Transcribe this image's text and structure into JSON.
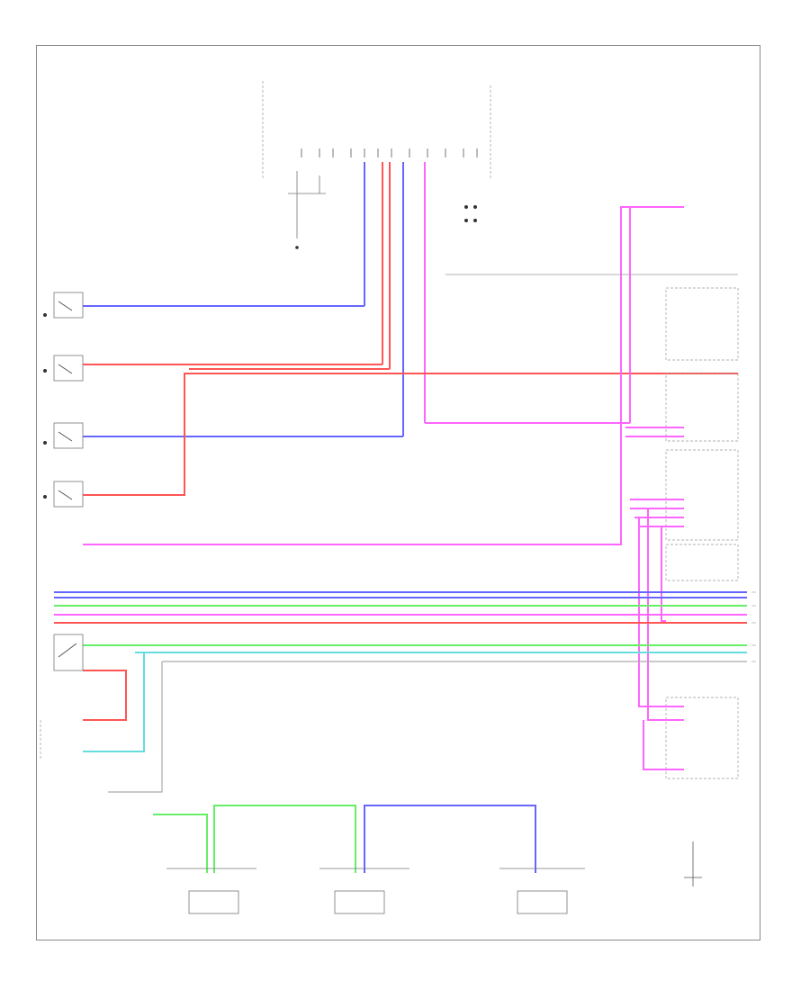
{
  "diagram": {
    "wire_colors": {
      "blue": "#6666ff",
      "red": "#ff5555",
      "magenta": "#ff66ff",
      "green": "#66ee66",
      "cyan": "#66dddd",
      "gray": "#aaaaaa",
      "black": "#333333"
    },
    "components": [
      {
        "id": "rf-door-switch",
        "icon": "door-switch-icon"
      },
      {
        "id": "rr-door-switch",
        "icon": "door-switch-icon"
      },
      {
        "id": "lr-door-switch",
        "icon": "door-switch-icon"
      },
      {
        "id": "lf-door-switch",
        "icon": "door-switch-icon"
      },
      {
        "id": "fuel-sender",
        "icon": "fuel-sender-icon"
      },
      {
        "id": "lf-tire-sensor",
        "icon": "tire-sensor-icon"
      },
      {
        "id": "rf-tire-sensor",
        "icon": "tire-sensor-icon"
      },
      {
        "id": "rr-tire-sensor",
        "icon": "tire-sensor-icon"
      }
    ]
  }
}
